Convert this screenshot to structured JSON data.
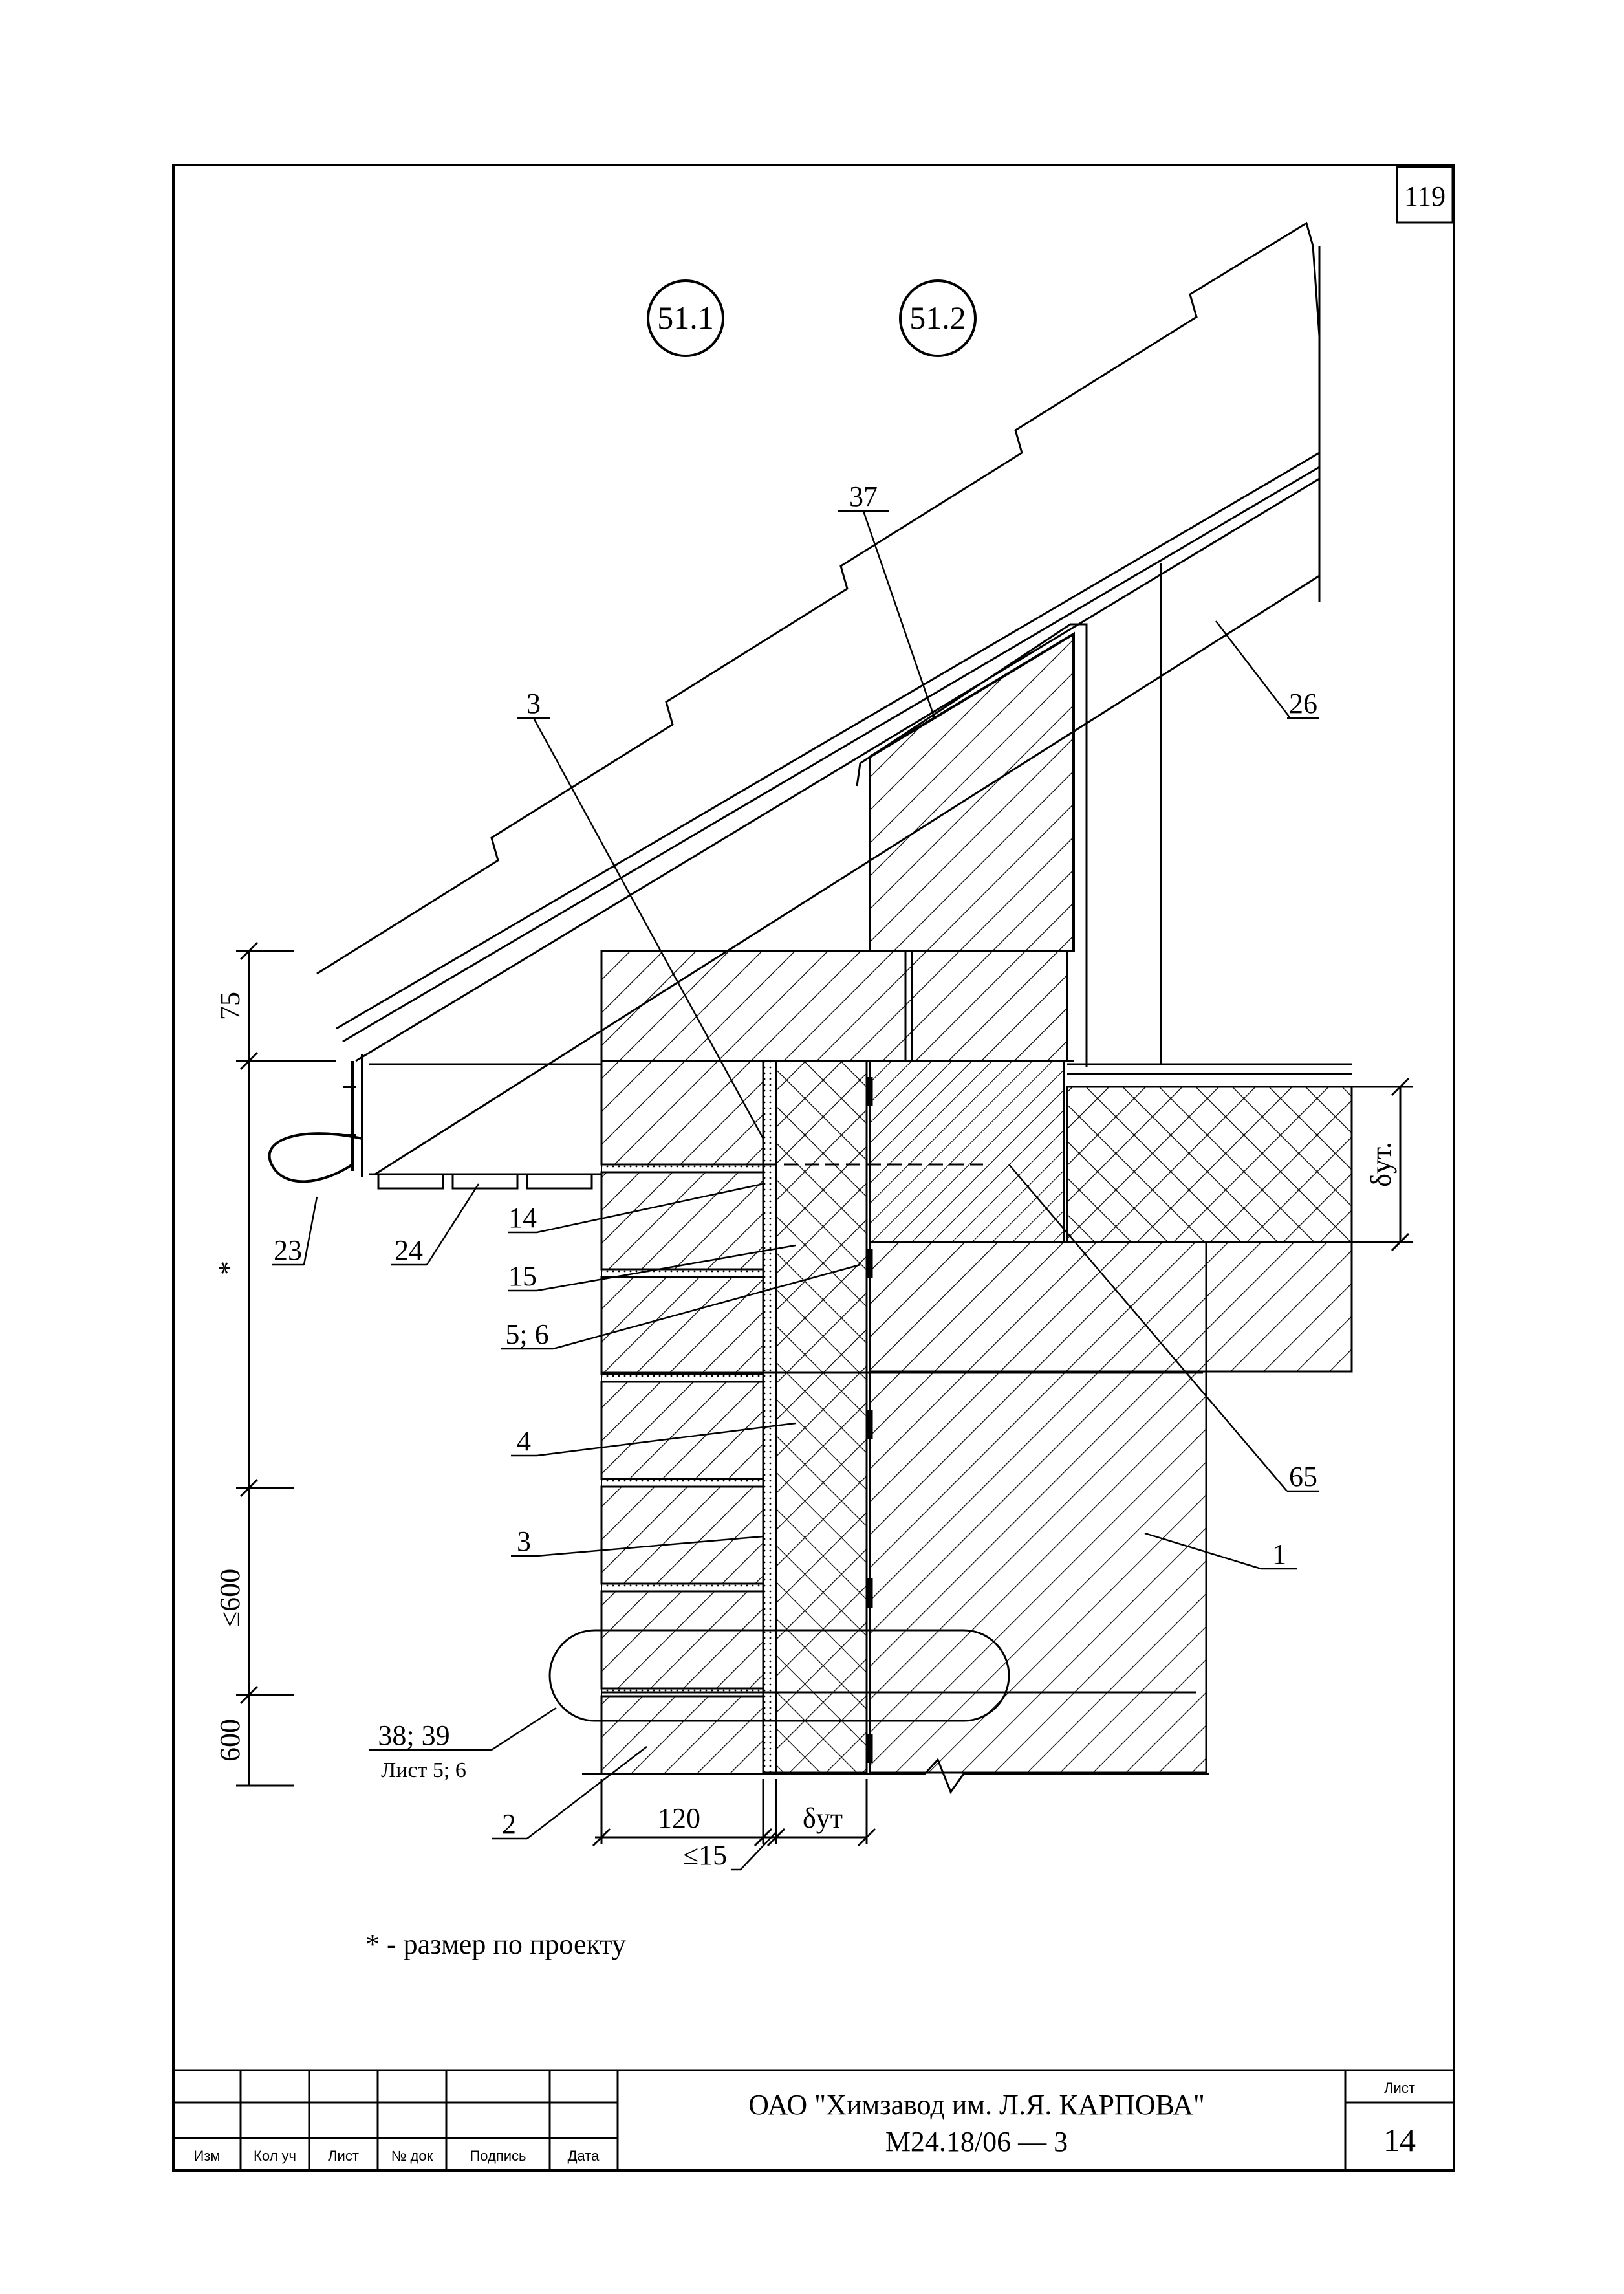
{
  "page_number": "119",
  "section_marks": [
    "51.1",
    "51.2"
  ],
  "callouts": {
    "c37": "37",
    "c3_top": "3",
    "c26": "26",
    "c14": "14",
    "c15": "15",
    "c5_6": "5; 6",
    "c4": "4",
    "c3_bottom": "3",
    "c23": "23",
    "c24": "24",
    "c65": "65",
    "c1": "1",
    "c38_39": "38; 39",
    "c38_39_sheet": "Лист 5; 6",
    "c2": "2"
  },
  "dimensions": {
    "d75": "75",
    "dstar": "*",
    "d600_le": "≤600",
    "d600": "600",
    "d120": "120",
    "dut_bottom": "δут",
    "d15": "≤15",
    "dut_right": "δут."
  },
  "note": "* - размер по проекту",
  "title_block": {
    "headers": [
      "Изм",
      "Кол уч",
      "Лист",
      "№ док",
      "Подпись",
      "Дата"
    ],
    "organization": "ОАО \"Химзавод им. Л.Я. КАРПОВА\"",
    "document_code": "М24.18/06 — 3",
    "sheet_label": "Лист",
    "sheet_number": "14"
  }
}
